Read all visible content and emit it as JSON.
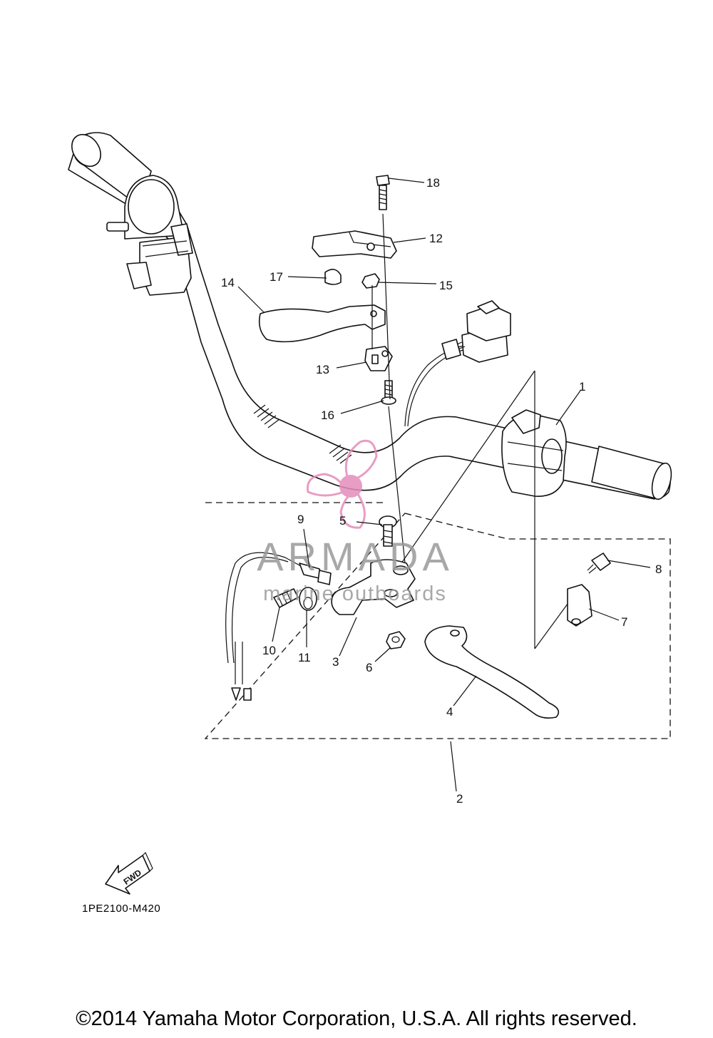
{
  "diagram": {
    "callouts": [
      "1",
      "2",
      "3",
      "4",
      "5",
      "6",
      "7",
      "8",
      "9",
      "10",
      "11",
      "12",
      "13",
      "14",
      "15",
      "16",
      "17",
      "18"
    ],
    "fwd_label": "FWD",
    "drawing_code": "1PE2100-M420",
    "copyright": "©2014 Yamaha Motor Corporation, U.S.A. All rights reserved.",
    "watermark": {
      "title": "ARMADA",
      "subtitle": "marine outboards",
      "color": "#e58cba"
    }
  }
}
